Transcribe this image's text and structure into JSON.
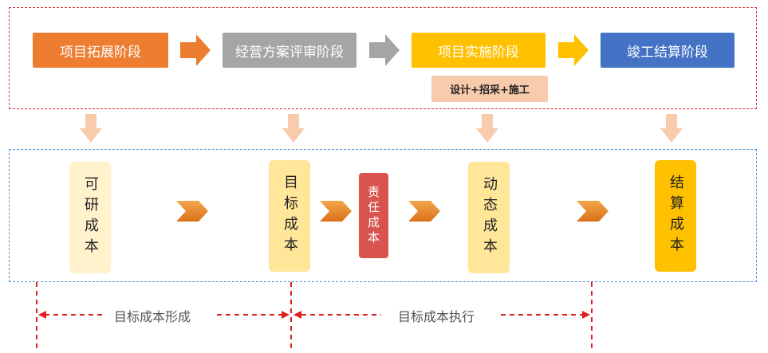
{
  "stages": [
    {
      "label": "项目拓展阶段",
      "color": "#ed7d31"
    },
    {
      "label": "经营方案评审阶段",
      "color": "#a5a5a5"
    },
    {
      "label": "项目实施阶段",
      "color": "#ffc000"
    },
    {
      "label": "竣工结算阶段",
      "color": "#4472c4"
    }
  ],
  "sub_stage": "设计+招采+施工",
  "costs": {
    "feasibility": "可研成本",
    "target": "目标成本",
    "responsibility": "责任成本",
    "dynamic": "动态成本",
    "settlement": "结算成本"
  },
  "phases": {
    "formation": "目标成本形成",
    "execution": "目标成本执行"
  },
  "colors": {
    "light_box": "#fff2cc",
    "mid_box": "#ffe699",
    "dark_box": "#ffc000",
    "red_box": "#d9534f",
    "down_arrow": "#f8cbad",
    "chevron": "#e8871e",
    "dash_red": "#e02020"
  }
}
